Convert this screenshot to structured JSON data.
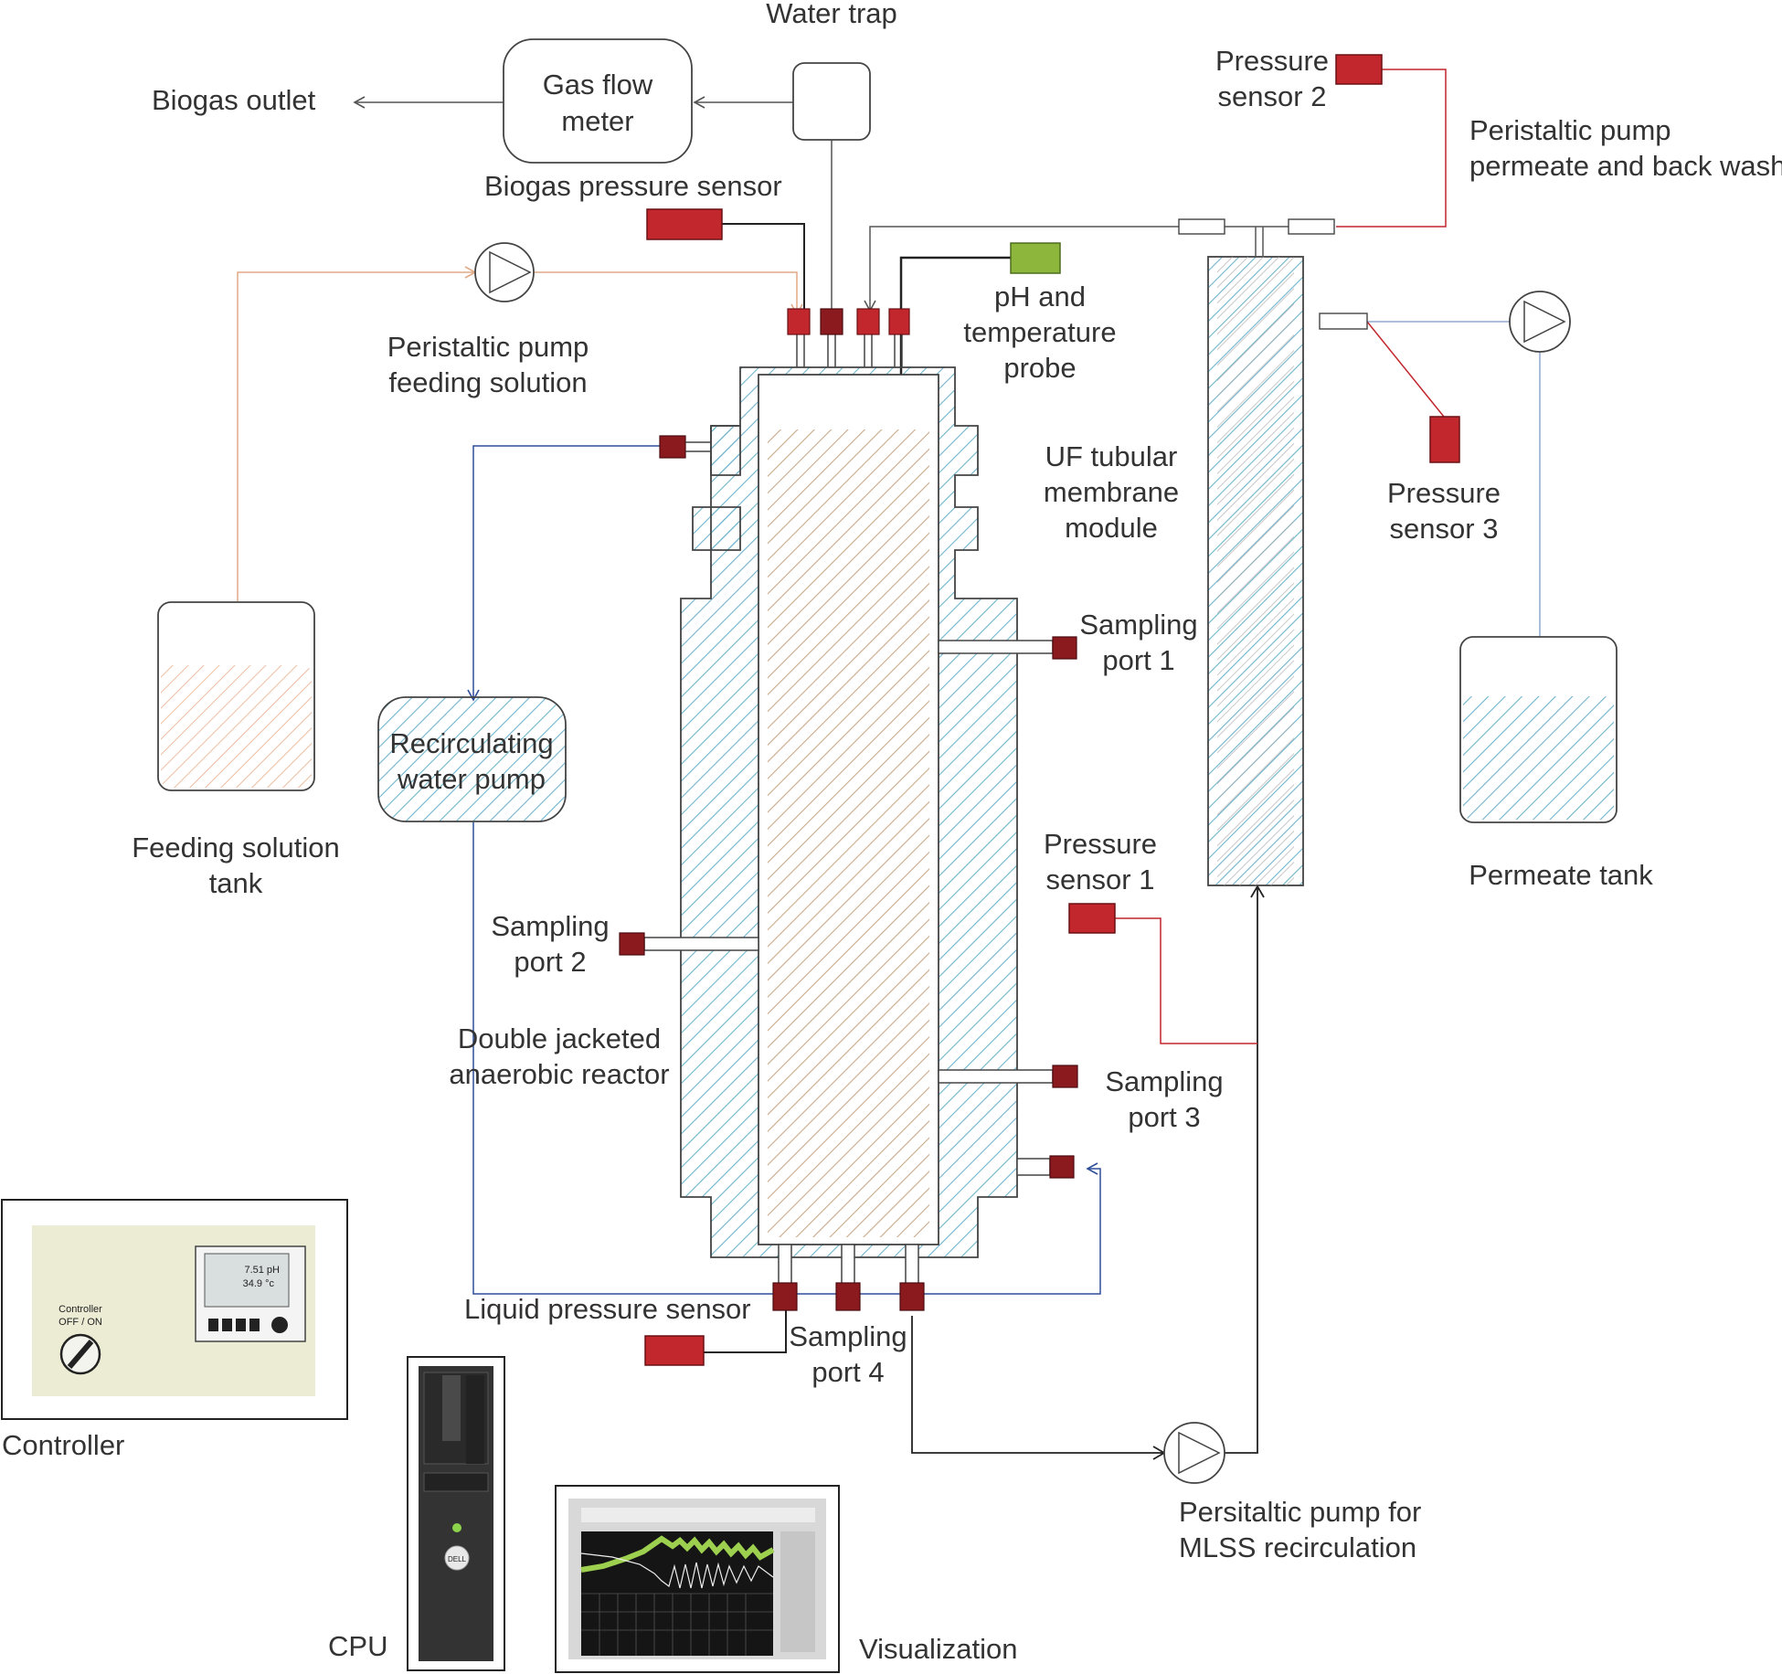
{
  "labels": {
    "water_trap": "Water trap",
    "gas_flow_meter": [
      "Gas flow",
      "meter"
    ],
    "biogas_outlet": "Biogas outlet",
    "biogas_pressure_sensor": "Biogas pressure sensor",
    "ph_probe": [
      "pH and",
      "temperature",
      "probe"
    ],
    "pressure_sensor_2": [
      "Pressure",
      "sensor 2"
    ],
    "peristaltic_pump_permeate": [
      "Peristaltic pump",
      "permeate and back wash"
    ],
    "peristaltic_pump_feeding": [
      "Peristaltic pump",
      "feeding solution"
    ],
    "uf_module": [
      "UF tubular",
      "membrane",
      "module"
    ],
    "pressure_sensor_3": [
      "Pressure",
      "sensor 3"
    ],
    "sampling_port_1": [
      "Sampling",
      "port 1"
    ],
    "recirculating_pump": [
      "Recirculating",
      "water pump"
    ],
    "feeding_tank": [
      "Feeding solution",
      "tank"
    ],
    "permeate_tank": "Permeate tank",
    "pressure_sensor_1": [
      "Pressure",
      "sensor 1"
    ],
    "sampling_port_2": [
      "Sampling",
      "port 2"
    ],
    "reactor": [
      "Double jacketed",
      "anaerobic reactor"
    ],
    "sampling_port_3": [
      "Sampling",
      "port 3"
    ],
    "liquid_pressure_sensor": "Liquid pressure sensor",
    "sampling_port_4": [
      "Sampling",
      "port 4"
    ],
    "controller": "Controller",
    "controller_switch": [
      "Controller",
      "OFF / ON"
    ],
    "controller_display": [
      "7.51 pH",
      "34.9 °c"
    ],
    "cpu": "CPU",
    "cpu_brand": "DELL",
    "mlss_pump": [
      "Persitaltic pump for",
      "MLSS recirculation"
    ],
    "visualization": "Visualization"
  },
  "colors": {
    "sensor_red": "#c1272d",
    "port_dark_red": "#8b1a1f",
    "ph_green": "#8cb63c",
    "hatch_blue": "#6fb4cc",
    "hatch_brown": "#c9a98a",
    "feed_line": "#e6b89a",
    "water_line": "#2f4f9a",
    "permeate_line": "#8fa9d0",
    "controller_panel": "#ececd4"
  }
}
